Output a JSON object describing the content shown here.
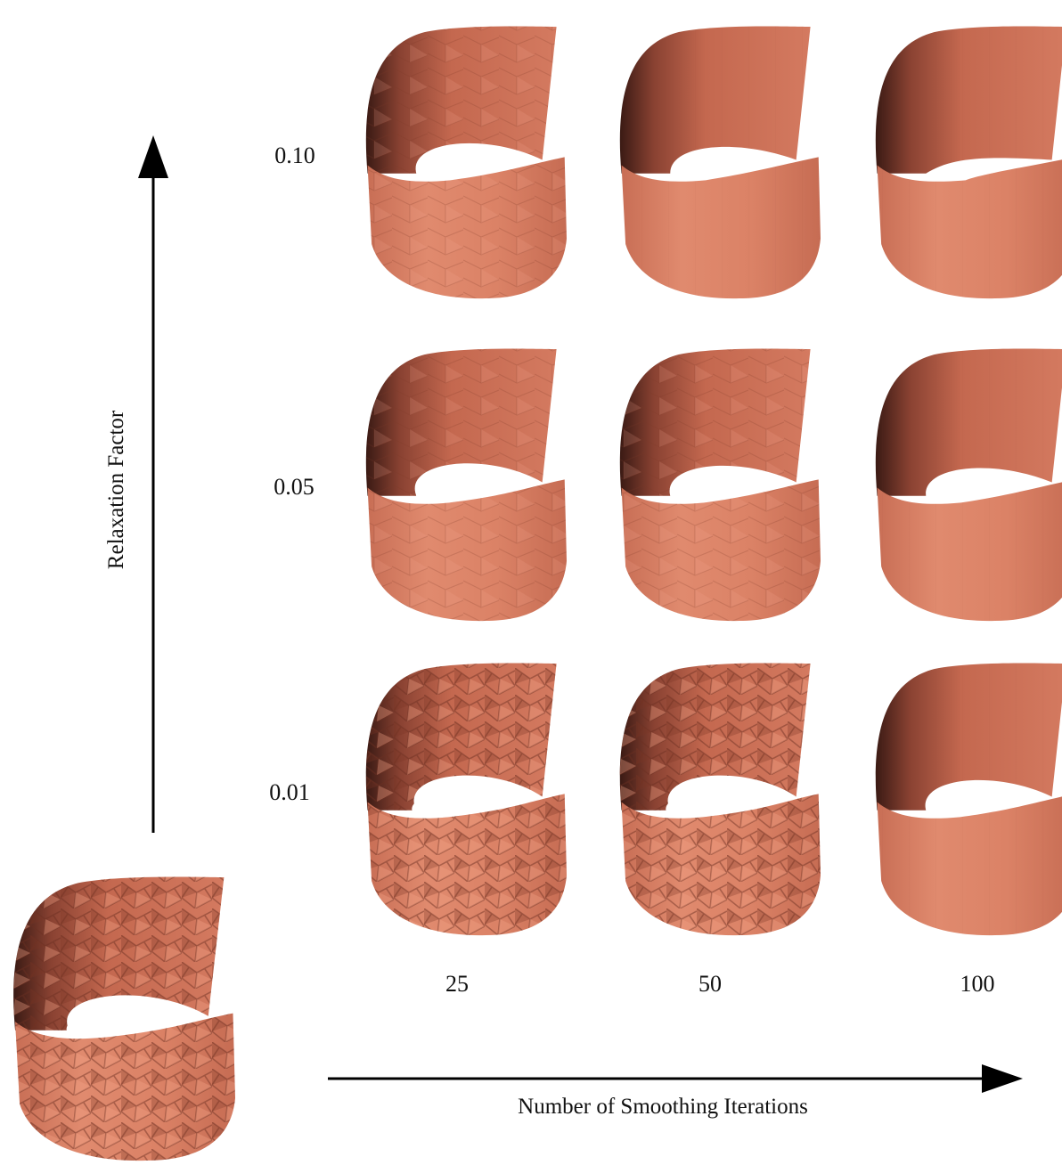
{
  "figure": {
    "surface_color": "#d9785f",
    "axes": {
      "vertical_title": "Relaxation Factor",
      "horizontal_title": "Number of Smoothing Iterations"
    },
    "rows": [
      {
        "relaxation_factor": "0.10"
      },
      {
        "relaxation_factor": "0.05"
      },
      {
        "relaxation_factor": "0.01"
      }
    ],
    "columns": [
      {
        "iterations": "25"
      },
      {
        "iterations": "50"
      },
      {
        "iterations": "100"
      }
    ]
  }
}
